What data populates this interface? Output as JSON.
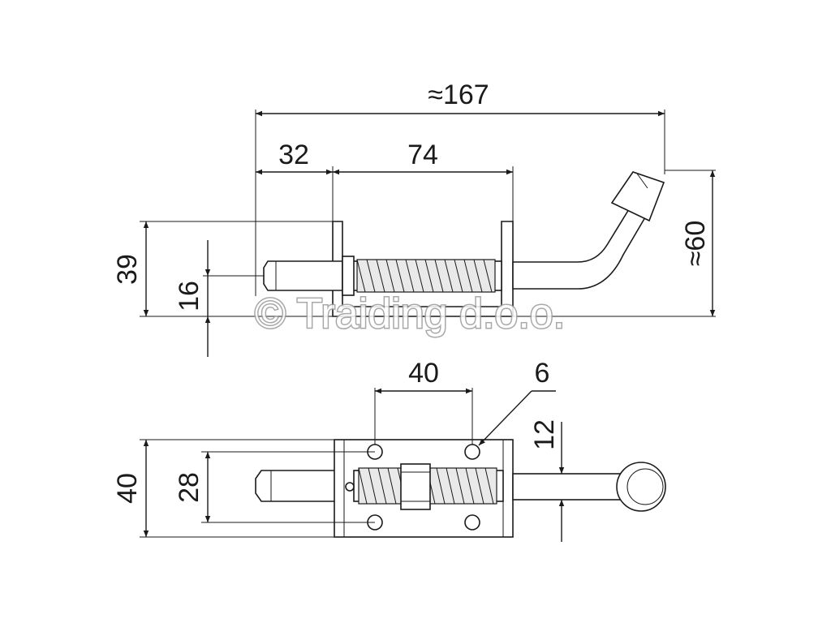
{
  "dimensions": {
    "top_overall_length": "≈167",
    "top_left_offset": "32",
    "top_plate_span": "74",
    "top_plate_height": "39",
    "top_bolt_height": "16",
    "top_handle_height": "≈60",
    "bottom_hole_spacing": "40",
    "bottom_hole_diameter": "6",
    "bottom_bolt_diameter": "12",
    "bottom_plate_width": "40",
    "bottom_hole_row_spacing": "28"
  },
  "watermark": "© Traiding d.o.o."
}
